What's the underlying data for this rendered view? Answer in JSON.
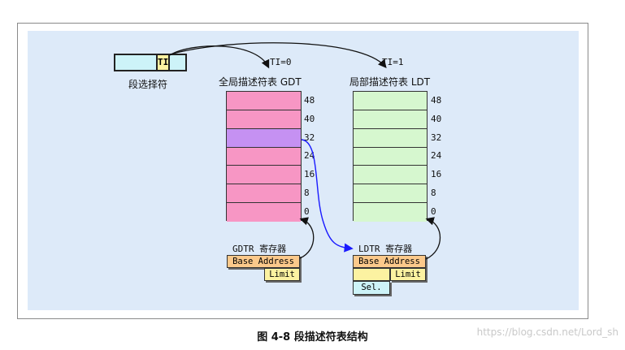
{
  "selector": {
    "label": "段选择符",
    "ti": "TI"
  },
  "gdt": {
    "title": "全局描述符表 GDT",
    "ti_label": "TI=0",
    "fill": "#f796c4",
    "highlight": "#c591f2"
  },
  "ldt": {
    "title": "局部描述符表 LDT",
    "ti_label": "TI=1",
    "fill": "#d6f7cf"
  },
  "offsets": [
    "48",
    "40",
    "32",
    "24",
    "16",
    "8",
    "0"
  ],
  "gdtr": {
    "title": "GDTR 寄存器",
    "base": "Base Address",
    "limit": "Limit",
    "base_color": "#fbc98b",
    "limit_color": "#fcf2a1"
  },
  "ldtr": {
    "title": "LDTR 寄存器",
    "base": "Base Address",
    "limit": "Limit",
    "sel": "Sel.",
    "sel_color": "#cdf3f8"
  },
  "caption": "图 4-8 段描述符表结构",
  "watermark": "https://blog.csdn.net/Lord_sh"
}
